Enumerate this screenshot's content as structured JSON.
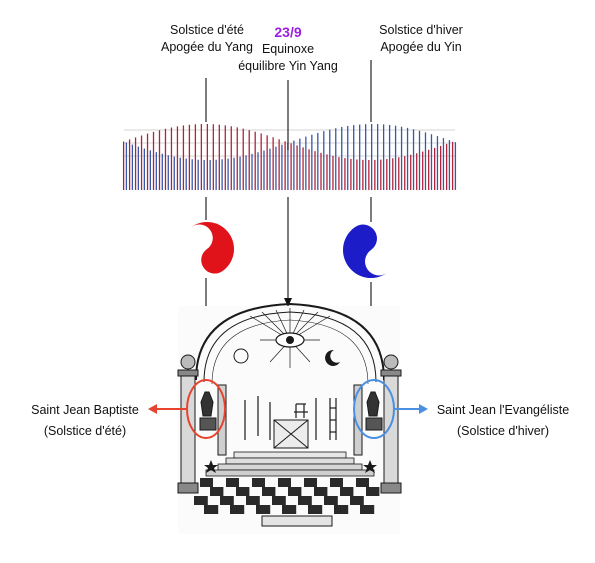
{
  "labels": {
    "summer_title": "Solstice d'été",
    "summer_subtitle": "Apogée du Yang",
    "equinox_date": "23/9",
    "equinox_title": "Equinoxe",
    "equinox_subtitle": "équilibre Yin Yang",
    "winter_title": "Solstice d'hiver",
    "winter_subtitle": "Apogée du Yin",
    "left_saint": "Saint Jean Baptiste",
    "left_saint_sub": "(Solstice d'été)",
    "right_saint": "Saint Jean l'Evangéliste",
    "right_saint_sub": "(Solstice d'hiver)"
  },
  "colors": {
    "yang": "#e0121a",
    "yin": "#1c1cc8",
    "date_accent": "#9b1fe0",
    "left_callout": "#e8432e",
    "right_callout": "#4a90e2",
    "bar_red": "#b0233a",
    "bar_blue": "#3857a8"
  },
  "icons": [
    "red-yin-yang-icon",
    "blue-yin-yang-icon",
    "masonic-temple-engraving",
    "all-seeing-eye-icon"
  ]
}
